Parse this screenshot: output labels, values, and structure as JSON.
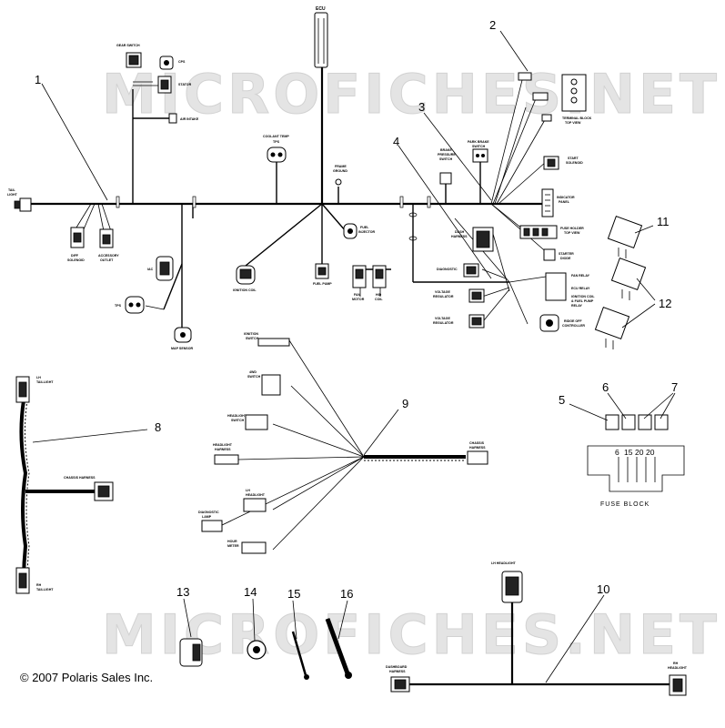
{
  "watermark": {
    "top": "MICROFICHES.NET",
    "bottom": "MICROFICHES.NET"
  },
  "copyright": "© 2007 Polaris Sales Inc.",
  "callouts": [
    "1",
    "2",
    "3",
    "4",
    "5",
    "6",
    "7",
    "8",
    "9",
    "10",
    "11",
    "12",
    "13",
    "14",
    "15",
    "16"
  ],
  "labels": {
    "ecu": "ECU",
    "tail_light": "TAIL\nLIGHT",
    "gear_switch": "GEAR SWITCH",
    "cps": "CPS",
    "stator": "STATOR",
    "air_intake": "AIR INTAKE",
    "diff_solenoid": "DIFF\nSOLENOID",
    "accessory_outlet": "ACCESSORY\nOUTLET",
    "coolant_temp": "COOLANT TEMP",
    "tps": "TPS",
    "brake_pressure_switch": "BRAKE\nPRESSURE\nSWITCH",
    "park_brake_switch": "PARK BRAKE\nSWITCH",
    "frame_ground": "FRAME\nGROUND",
    "terminal_block": "TERMINAL BLOCK\nTOP VIEW",
    "start_solenoid": "START\nSOLENOID",
    "indicator_panel": "INDICATOR\nPANEL",
    "fuse_holder": "FUSE HOLDER\nTOP VIEW",
    "fuel_injector": "FUEL\nINJECTOR",
    "dash_harness": "DASH\nHARNESS",
    "starter_diode": "STARTER\nDIODE",
    "diagnostic": "DIAGNOSTIC",
    "fan_relay": "FAN RELAY",
    "ecu_relay": "ECU RELAY",
    "ignition_fuel_relay": "IGNITION COIL\n& FUEL PUMP\nRELAY",
    "voltage_regulator_1": "VOLTAGE\nREGULATOR",
    "voltage_regulator_2": "VOLTAGE\nREGULATOR",
    "ridge_off_controller": "RIDGE OFF\nCONTROLLER",
    "fuel_pump": "FUEL PUMP",
    "fan_motor": "FAN\nMOTOR",
    "hid_coil": "HID\nCOIL",
    "ignition_coil": "IGNITION COIL",
    "iac": "IAC",
    "tps2": "TPS",
    "map_sensor": "MAP SENSOR",
    "lh_taillight": "LH\nTAILLIGHT",
    "rh_taillight": "RH\nTAILLIGHT",
    "chassis_harness": "CHASSIS HARNESS",
    "ignition_switch": "IGNITION\nSWITCH",
    "4wd_switch": "4WD\nSWITCH",
    "headlight_switch": "HEADLIGHT\nSWITCH",
    "headlight_harness": "HEADLIGHT\nHARNESS",
    "chassis_harness_2": "CHASSIS\nHARNESS",
    "lh_headlight_sw": "LH\nHEADLIGHT",
    "diagnostic_lamp": "DIAGNOSTIC\nLAMP",
    "hour_meter": "HOUR\nMETER",
    "lh_headlight": "LH HEADLIGHT",
    "dashboard_harness": "DASHBOARD\nHARNESS",
    "rh_headlight": "RH\nHEADLIGHT"
  },
  "fuse_block": {
    "title": "FUSE BLOCK",
    "fuses": [
      "6",
      "15",
      "20",
      "20"
    ]
  }
}
